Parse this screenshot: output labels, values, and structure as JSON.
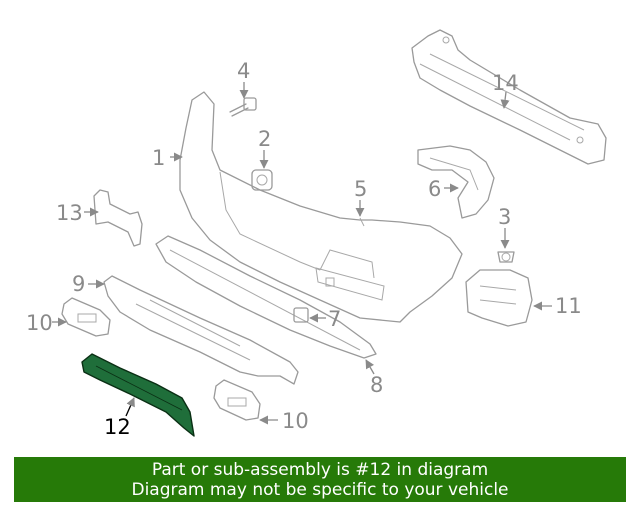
{
  "callouts": [
    {
      "id": "1",
      "label": "1",
      "highlighted": false
    },
    {
      "id": "2",
      "label": "2",
      "highlighted": false
    },
    {
      "id": "3",
      "label": "3",
      "highlighted": false
    },
    {
      "id": "4",
      "label": "4",
      "highlighted": false
    },
    {
      "id": "5",
      "label": "5",
      "highlighted": false
    },
    {
      "id": "6",
      "label": "6",
      "highlighted": false
    },
    {
      "id": "7",
      "label": "7",
      "highlighted": false
    },
    {
      "id": "8",
      "label": "8",
      "highlighted": false
    },
    {
      "id": "9",
      "label": "9",
      "highlighted": false
    },
    {
      "id": "10a",
      "label": "10",
      "highlighted": false
    },
    {
      "id": "10b",
      "label": "10",
      "highlighted": false
    },
    {
      "id": "11",
      "label": "11",
      "highlighted": false
    },
    {
      "id": "12",
      "label": "12",
      "highlighted": true
    },
    {
      "id": "13",
      "label": "13",
      "highlighted": false
    },
    {
      "id": "14",
      "label": "14",
      "highlighted": false
    }
  ],
  "highlight_color": "#1f6e3a",
  "banner": {
    "line1": "Part or sub-assembly is #12 in diagram",
    "line2": "Diagram may not be specific to your vehicle",
    "background": "#267a08"
  }
}
